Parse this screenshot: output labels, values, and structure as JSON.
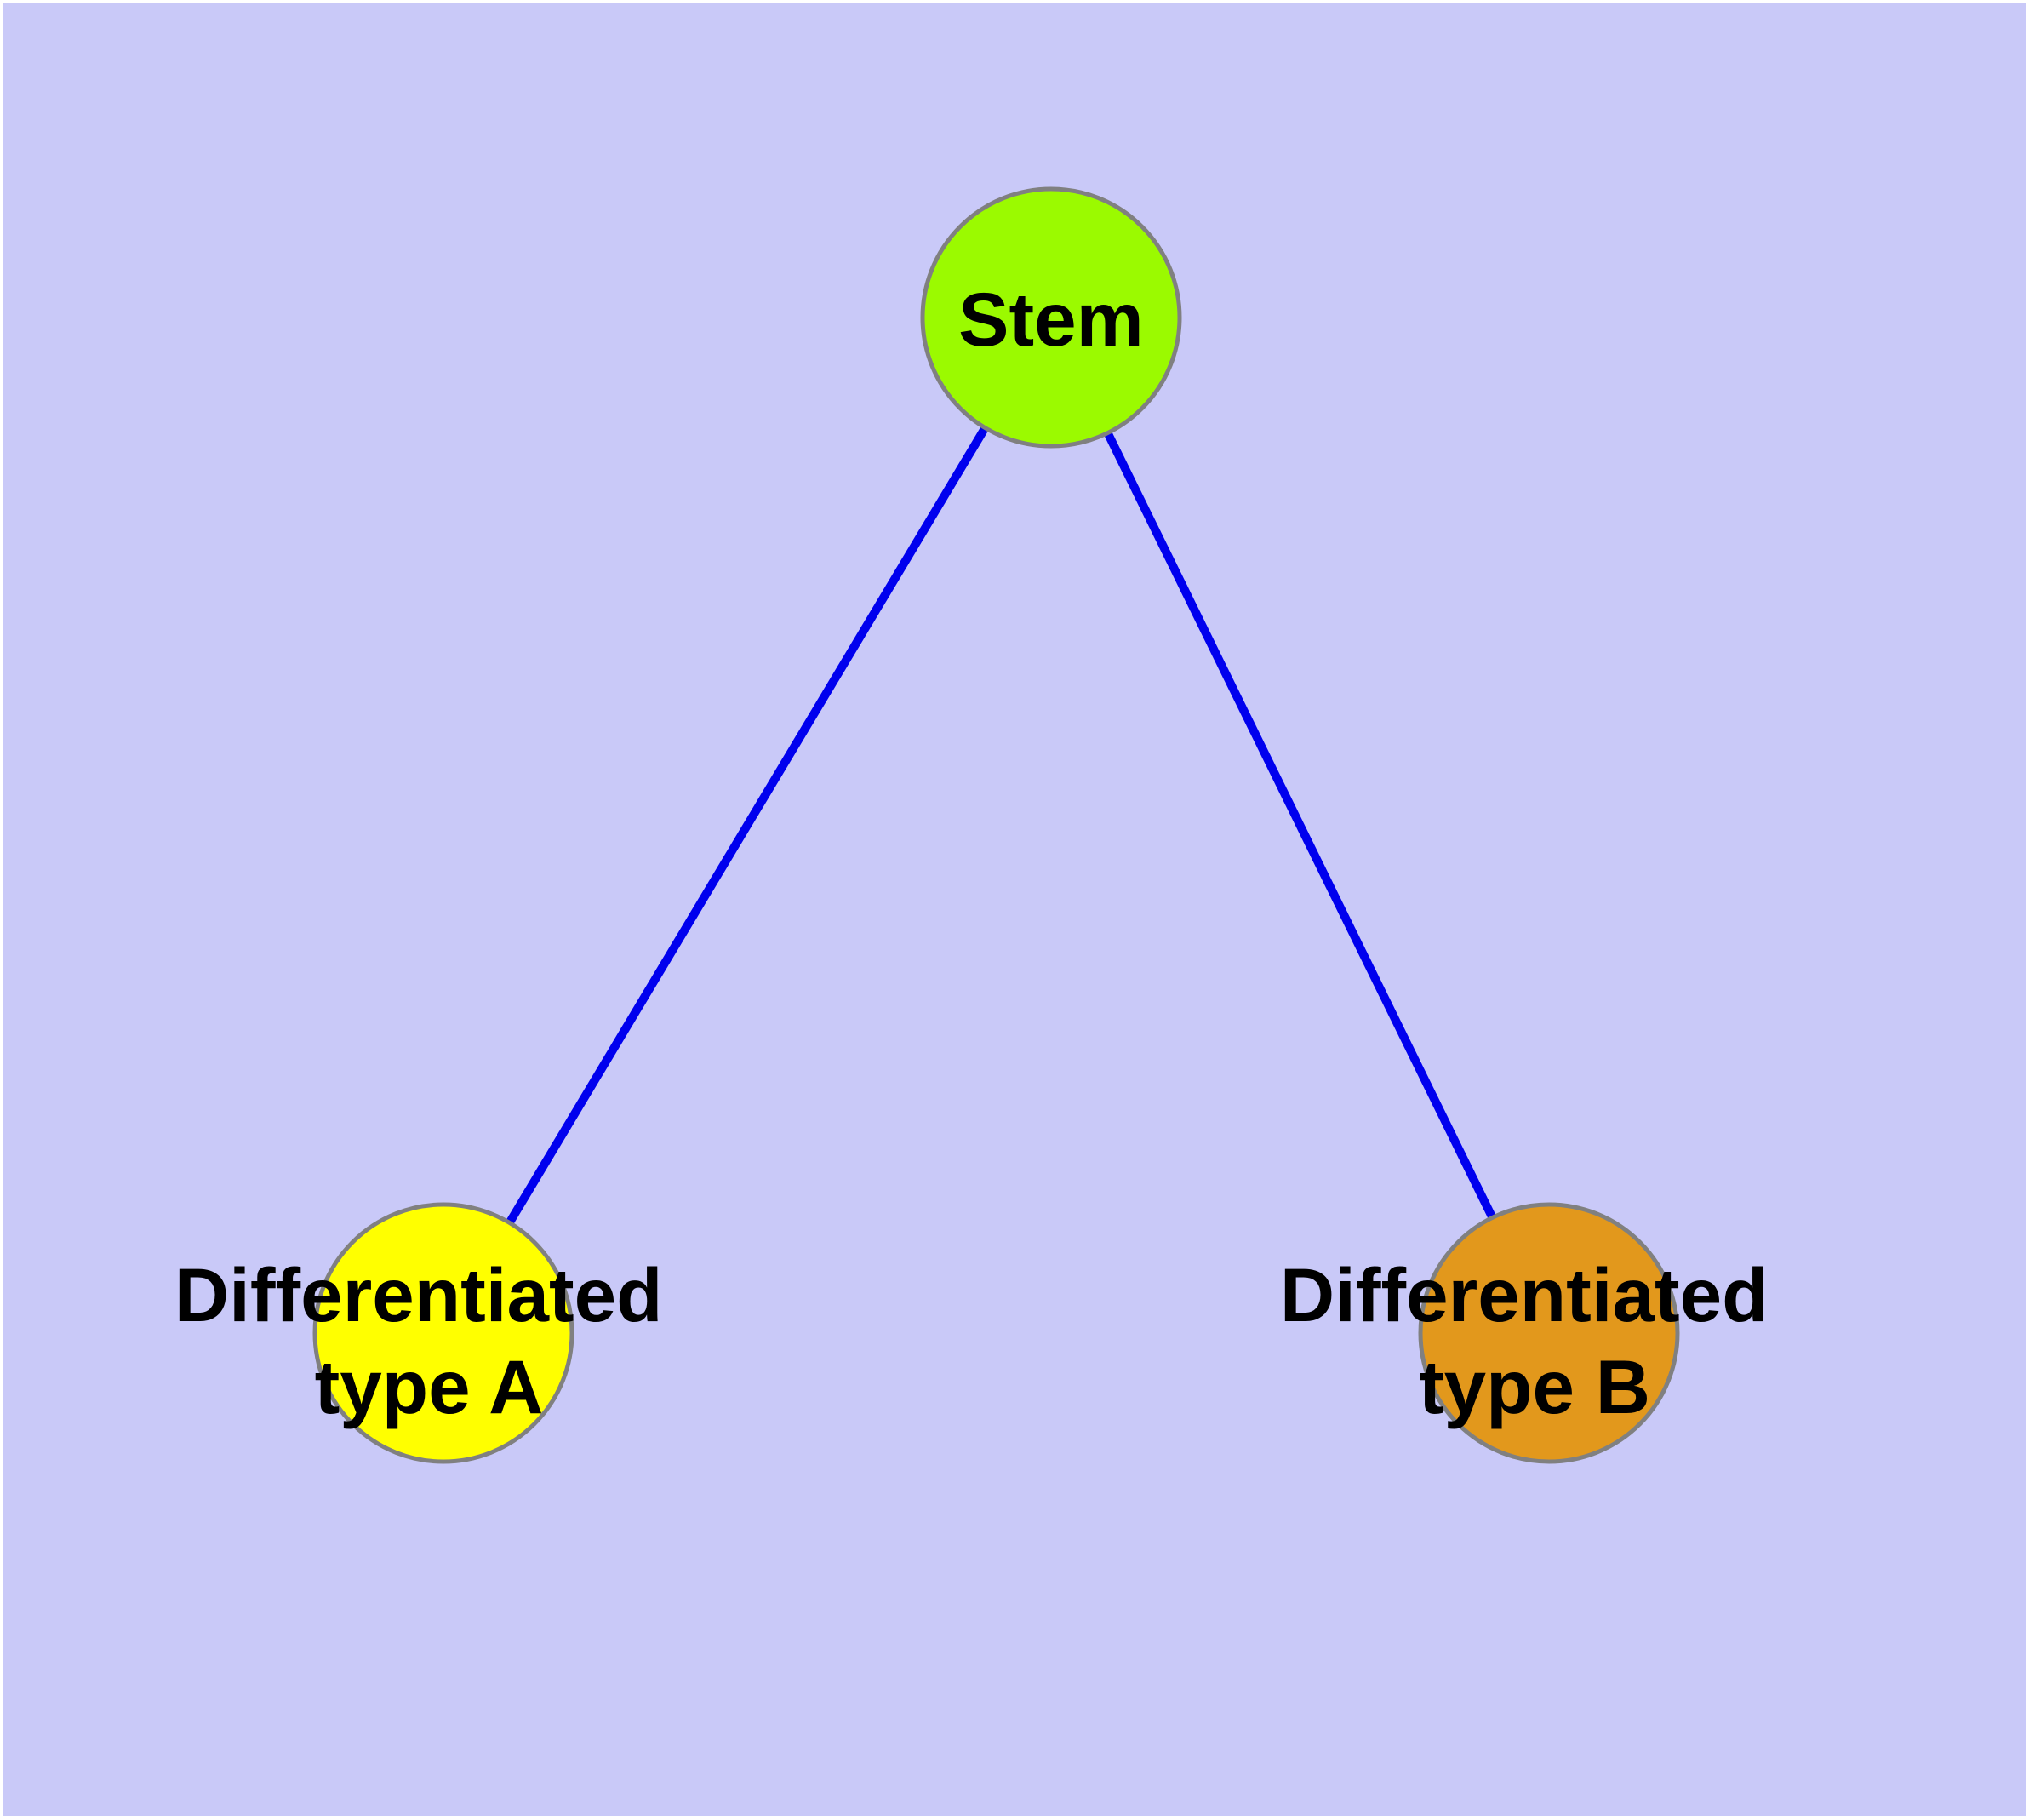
{
  "diagram": {
    "type": "node-link-graph",
    "background_color": "#C9C9F8",
    "node_border_color": "#808080",
    "edge_color": "#0000EE",
    "label_color": "#000000",
    "nodes": {
      "stem": {
        "label": "Stem",
        "fill_color": "#9BFA00"
      },
      "type_a": {
        "label_line1": "Differentiated",
        "label_line2": "type A",
        "fill_color": "#FFFF00"
      },
      "type_b": {
        "label_line1": "Differentiated",
        "label_line2": "type B",
        "fill_color": "#E2981C"
      }
    },
    "edges": [
      {
        "from": "Stem",
        "to": "Differentiated type A"
      },
      {
        "from": "Stem",
        "to": "Differentiated type B"
      }
    ]
  }
}
